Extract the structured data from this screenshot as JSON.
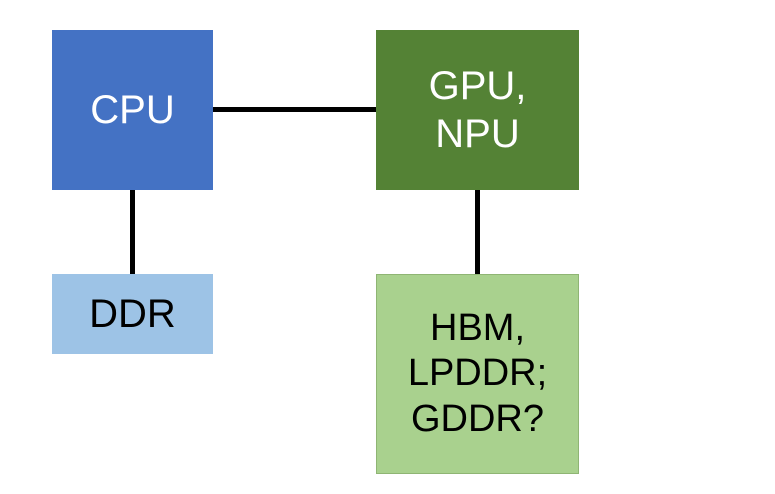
{
  "diagram": {
    "nodes": {
      "cpu": {
        "label": "CPU",
        "color": "#4472c4"
      },
      "gpu": {
        "label": "GPU,\nNPU",
        "color": "#548235"
      },
      "ddr": {
        "label": "DDR",
        "color": "#9dc3e6"
      },
      "hbm": {
        "label": "HBM,\nLPDDR;\nGDDR?",
        "color": "#a9d18e"
      }
    },
    "edges": [
      {
        "from": "CPU",
        "to": "GPU, NPU"
      },
      {
        "from": "CPU",
        "to": "DDR"
      },
      {
        "from": "GPU, NPU",
        "to": "HBM, LPDDR; GDDR?"
      }
    ],
    "edge_color": "#000000"
  }
}
